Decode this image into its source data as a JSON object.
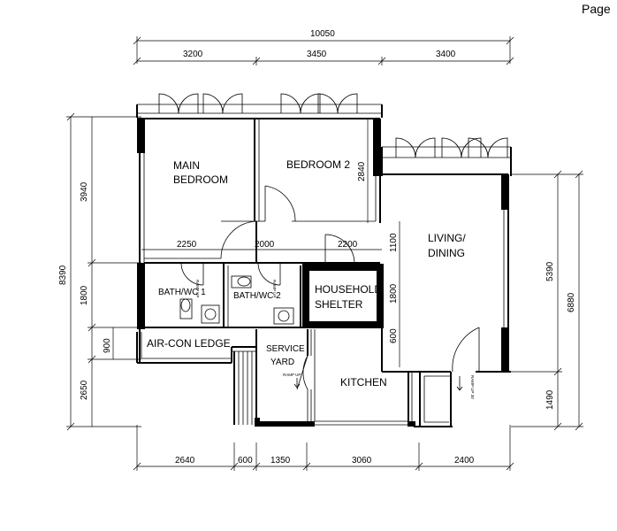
{
  "page_label": "Page",
  "dimensions": {
    "top_total": "10050",
    "top_segments": [
      "3200",
      "3450",
      "3400"
    ],
    "left_total": "8390",
    "left_segments": [
      "3940",
      "1800",
      "900",
      "2650"
    ],
    "left_bedroom": "2840",
    "right_total": "6880",
    "right_segments": [
      "5390",
      "1490"
    ],
    "bottom_segments": [
      "2640",
      "600",
      "1350",
      "3060",
      "2400"
    ],
    "inner_horizontal": [
      "2250",
      "2000",
      "2200"
    ],
    "inner_vertical": [
      "1100",
      "1800",
      "600"
    ]
  },
  "rooms": {
    "main_bedroom_line1": "MAIN",
    "main_bedroom_line2": "BEDROOM",
    "bedroom2": "BEDROOM 2",
    "living_line1": "LIVING/",
    "living_line2": "DINING",
    "bath1": "BATH/WC 1",
    "bath2": "BATH/WC 2",
    "shelter_line1": "HOUSEHOLD",
    "shelter_line2": "SHELTER",
    "aircon": "AIR-CON LEDGE",
    "service_line1": "SERVICE",
    "service_line2": "YARD",
    "kitchen": "KITCHEN"
  },
  "ramps": {
    "ramp_up": "RAMP UP",
    "ramp_up_small": "RAMP UP",
    "ramp_up_30": "RAMP UP 30"
  }
}
